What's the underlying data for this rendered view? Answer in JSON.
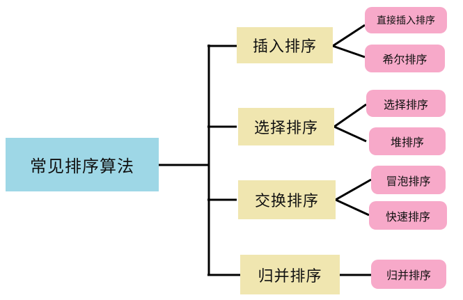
{
  "root": {
    "label": "常见排序算法"
  },
  "categories": [
    {
      "label": "插入排序",
      "leaves": [
        "直接插入排序",
        "希尔排序"
      ]
    },
    {
      "label": "选择排序",
      "leaves": [
        "选择排序",
        "堆排序"
      ]
    },
    {
      "label": "交换排序",
      "leaves": [
        "冒泡排序",
        "快速排序"
      ]
    },
    {
      "label": "归并排序",
      "leaves": [
        "归并排序"
      ]
    }
  ],
  "colors": {
    "root_fill": "#9ed7e6",
    "category_fill": "#f0e6b0",
    "leaf_fill": "#f7a9c9",
    "connector": "#000000"
  }
}
